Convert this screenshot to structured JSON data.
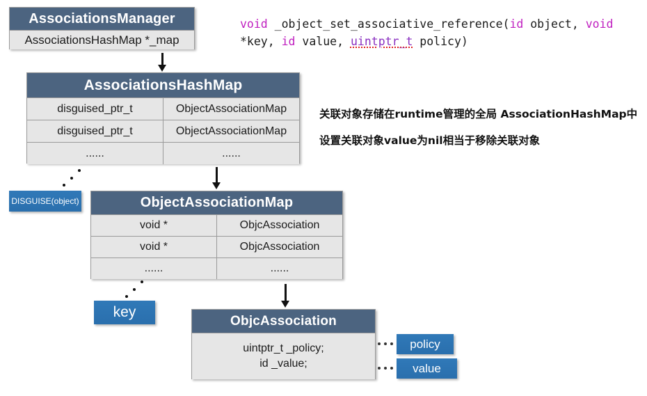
{
  "code": {
    "tokens": [
      {
        "text": "void",
        "kind": "keyword"
      },
      {
        "text": " _object_set_associative_reference(",
        "kind": "plain"
      },
      {
        "text": "id",
        "kind": "keyword"
      },
      {
        "text": " object, ",
        "kind": "plain"
      },
      {
        "text": "void",
        "kind": "keyword"
      },
      {
        "text": "\n*key, ",
        "kind": "plain"
      },
      {
        "text": "id",
        "kind": "keyword"
      },
      {
        "text": " value, ",
        "kind": "plain"
      },
      {
        "text": "uintptr_t",
        "kind": "keyword-squiggle"
      },
      {
        "text": " policy)",
        "kind": "plain"
      }
    ],
    "full_text": "void _object_set_associative_reference(id object, void *key, id value, uintptr_t policy)",
    "keyword_color": "#C020C0",
    "squiggle_color": "#E02020"
  },
  "boxes": {
    "associations_manager": {
      "title": "AssociationsManager",
      "rows": [
        {
          "cells": [
            "AssociationsHashMap *_map"
          ]
        }
      ]
    },
    "associations_hashmap": {
      "title": "AssociationsHashMap",
      "rows": [
        {
          "cells": [
            "disguised_ptr_t",
            "ObjectAssociationMap"
          ]
        },
        {
          "cells": [
            "disguised_ptr_t",
            "ObjectAssociationMap"
          ]
        },
        {
          "cells": [
            "......",
            "......"
          ]
        }
      ]
    },
    "object_association_map": {
      "title": "ObjectAssociationMap",
      "rows": [
        {
          "cells": [
            "void *",
            "ObjcAssociation"
          ]
        },
        {
          "cells": [
            "void *",
            "ObjcAssociation"
          ]
        },
        {
          "cells": [
            "......",
            "......"
          ]
        }
      ]
    },
    "objc_association": {
      "title": "ObjcAssociation",
      "fields": [
        "uintptr_t _policy;",
        "id _value;"
      ]
    }
  },
  "badges": {
    "disguise": "DISGUISE(object)",
    "key": "key",
    "policy": "policy",
    "value": "value"
  },
  "annotations": {
    "note_1": "关联对象存储在runtime管理的全局 AssociationHashMap中",
    "note_2": "设置关联对象value为nil相当于移除关联对象"
  },
  "colors": {
    "header_slate": "#4C6480",
    "row_gray": "#E6E6E6",
    "badge_blue": "#2C74B3",
    "border_gray": "#9A9A9A",
    "text_dark": "#1A1A1A"
  }
}
